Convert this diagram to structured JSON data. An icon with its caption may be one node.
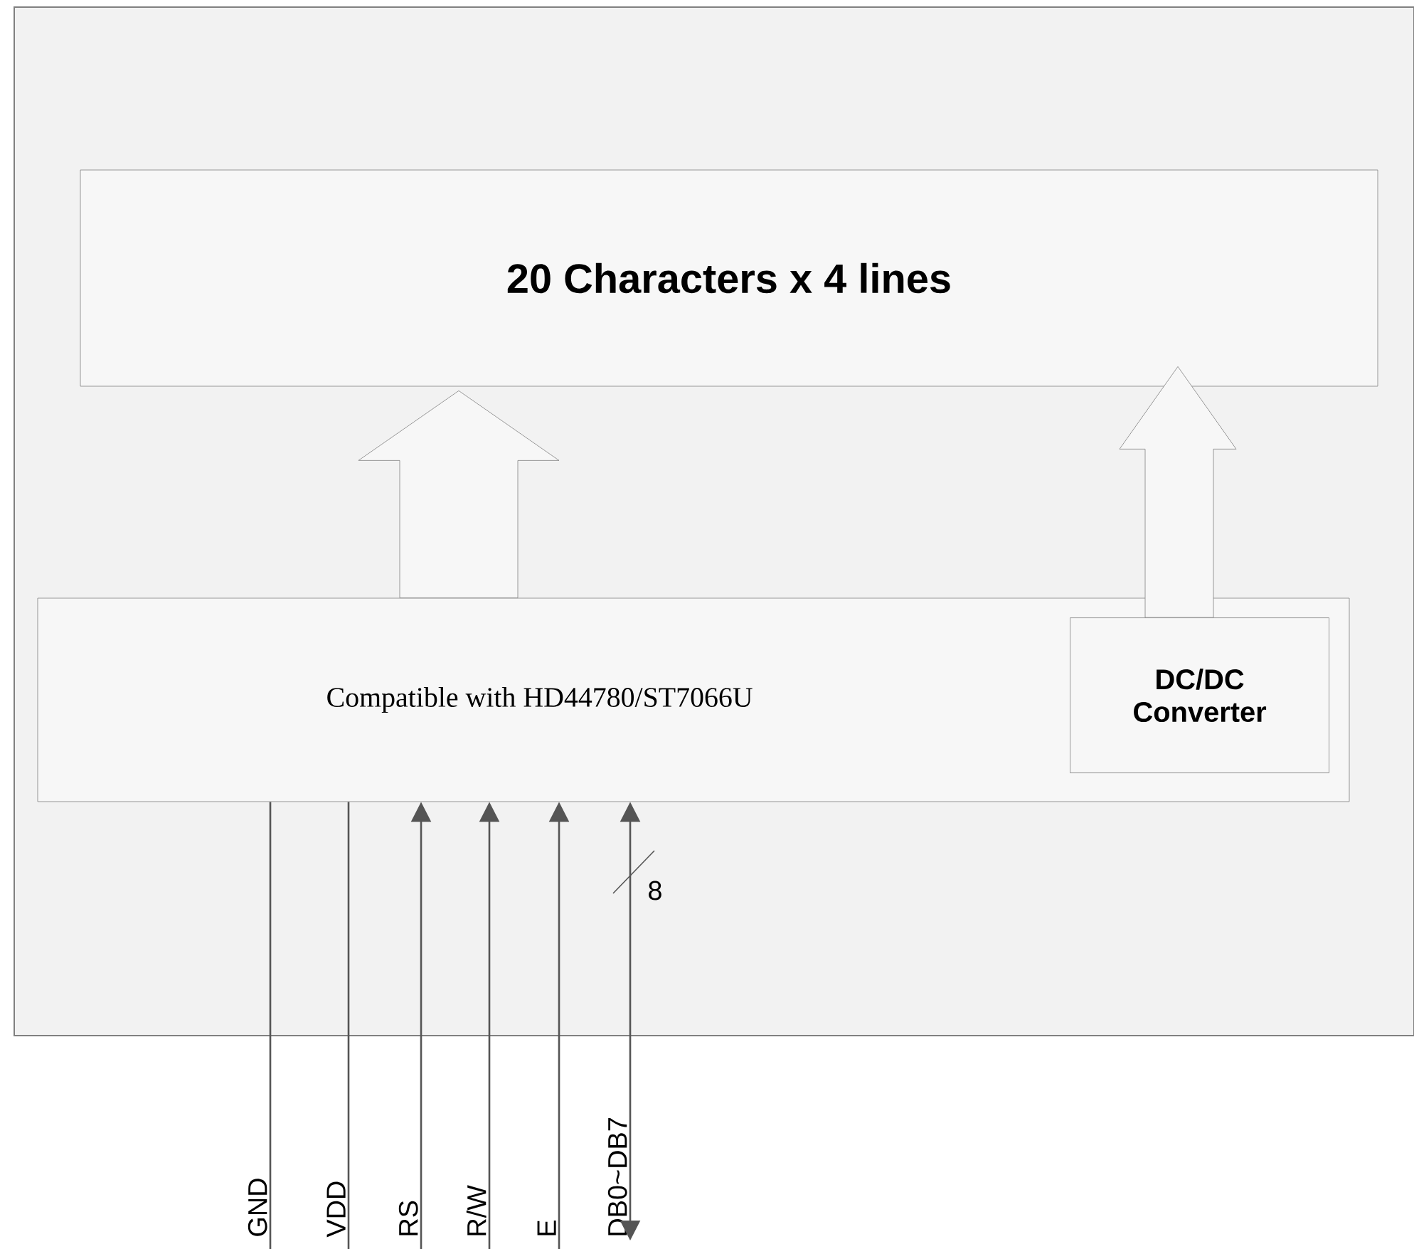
{
  "diagram": {
    "nodes": [
      {
        "text": [],
        "shape": "box"
      },
      {
        "text": [
          "20 Characters x 4 lines"
        ],
        "in": 0
      },
      {
        "text": [
          "Compatible with HD44780/ST7066U"
        ],
        "in": 0
      },
      {
        "text": [
          "DC/DC Converter"
        ],
        "in": 2
      },
      {
        "text": [
          "GND"
        ]
      },
      {
        "text": [
          "VDD"
        ]
      },
      {
        "text": [
          "RS"
        ]
      },
      {
        "text": [
          "R/W"
        ]
      },
      {
        "text": [
          "E"
        ]
      },
      {
        "text": [
          "DB0~DB7"
        ]
      }
    ],
    "edges": [
      {
        "from": 2,
        "to": 1,
        "arrow": "to"
      },
      {
        "from": 3,
        "to": 1,
        "arrow": "to"
      },
      {
        "from": 4,
        "to": 2,
        "arrow": "none"
      },
      {
        "from": 5,
        "to": 2,
        "arrow": "none"
      },
      {
        "from": 6,
        "to": 2,
        "arrow": "to"
      },
      {
        "from": 7,
        "to": 2,
        "arrow": "to"
      },
      {
        "from": 8,
        "to": 2,
        "arrow": "to"
      },
      {
        "from": 9,
        "to": 2,
        "arrow": "both"
      }
    ],
    "labels": [
      "8"
    ]
  }
}
